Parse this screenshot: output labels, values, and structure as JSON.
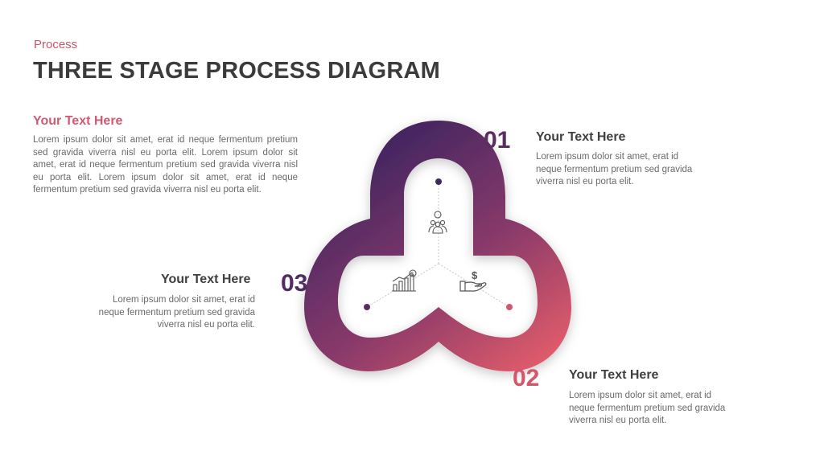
{
  "header": {
    "category": "Process",
    "title": "THREE STAGE PROCESS DIAGRAM"
  },
  "intro": {
    "heading": "Your  Text Here",
    "body": "Lorem ipsum dolor sit amet, erat id neque fermentum pretium sed gravida viverra nisl eu porta elit. Lorem ipsum dolor sit amet, erat id neque fermentum pretium sed gravida viverra nisl eu porta elit. Lorem ipsum dolor sit amet, erat id neque fermentum pretium sed gravida viverra nisl eu porta elit."
  },
  "stages": [
    {
      "number": "01",
      "heading": "Your  Text Here",
      "body": "Lorem ipsum dolor sit amet, erat id neque fermentum pretium sed gravida viverra nisl eu porta elit.",
      "icon": "team-icon"
    },
    {
      "number": "02",
      "heading": "Your  Text Here",
      "body": "Lorem ipsum dolor sit amet, erat id neque fermentum pretium sed gravida viverra nisl eu porta elit.",
      "icon": "hand-dollar-icon"
    },
    {
      "number": "03",
      "heading": "Your  Text Here",
      "body": "Lorem ipsum dolor sit amet, erat id neque fermentum pretium sed gravida viverra nisl eu porta elit.",
      "icon": "growth-chart-icon"
    }
  ],
  "colors": {
    "accent": "#c9566e",
    "gradient_start": "#3c2460",
    "gradient_mid": "#8a3a6a",
    "gradient_end": "#e35d6a"
  }
}
